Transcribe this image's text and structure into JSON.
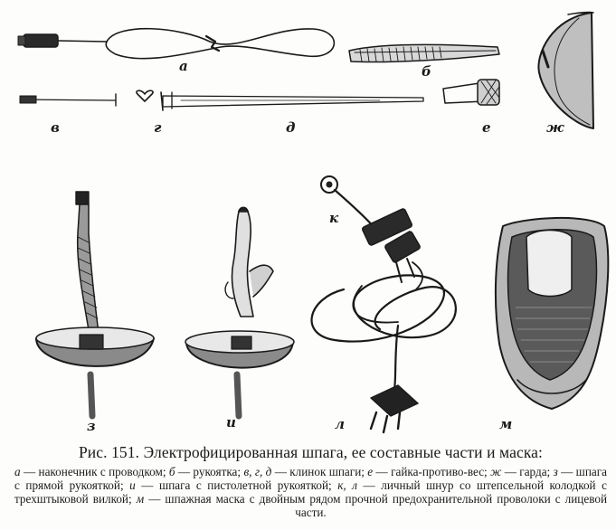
{
  "figure": {
    "labels": {
      "a": "а",
      "b": "б",
      "v": "в",
      "g": "г",
      "d": "д",
      "e": "е",
      "zh": "ж",
      "z": "з",
      "i": "и",
      "k": "к",
      "l": "л",
      "m": "м"
    },
    "caption_title": "Рис. 151. Электрофицированная шпага, ее составные части и маска:",
    "legend": [
      {
        "key": "а",
        "text": " — наконечник с проводком; "
      },
      {
        "key": "б",
        "text": " — рукоятка; "
      },
      {
        "key": "в, г, д",
        "text": " — клинок шпаги; "
      },
      {
        "key": "е",
        "text": " — гайка-противо-вес; "
      },
      {
        "key": "ж",
        "text": " — гарда; "
      },
      {
        "key": "з",
        "text": " — шпага с прямой рукояткой; "
      },
      {
        "key": "и",
        "text": " — шпага с пистолетной рукояткой; "
      },
      {
        "key": "к, л",
        "text": " — личный шнур со штепсельной колодкой с трехштыковой вилкой; "
      },
      {
        "key": "м",
        "text": " — шпажная маска с двойным рядом прочной предохранительной проволоки с лицевой части."
      }
    ]
  }
}
